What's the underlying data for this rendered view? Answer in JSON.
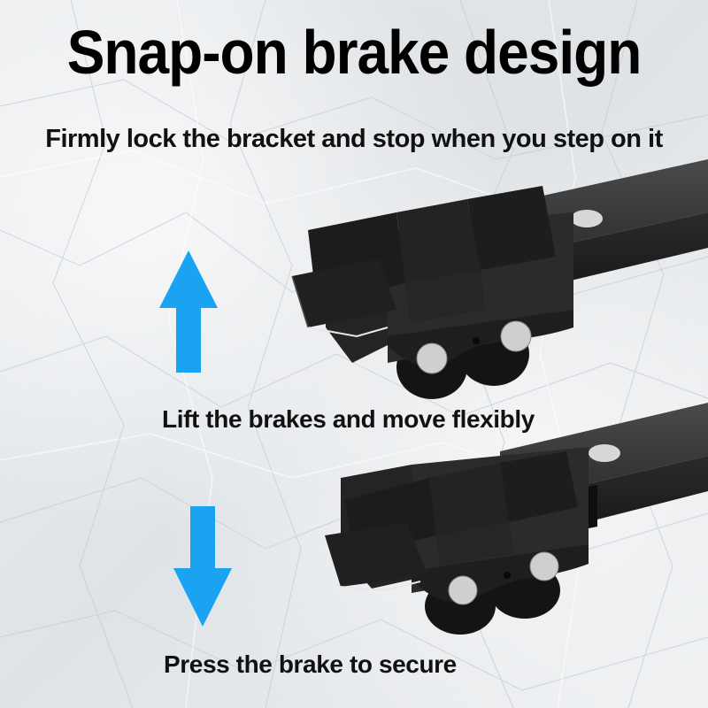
{
  "title": "Snap-on brake design",
  "subtitle": "Firmly lock the bracket and stop when you step on it",
  "captions": {
    "lift": "Lift the brakes and move flexibly",
    "press": "Press the brake to secure"
  },
  "colors": {
    "arrow": "#1aa3f0",
    "body": "#2a2a2a",
    "pad": "#1d1d1d",
    "bolt": "#cfcfcf"
  },
  "icons": {
    "up": "arrow-up-icon",
    "down": "arrow-down-icon"
  }
}
